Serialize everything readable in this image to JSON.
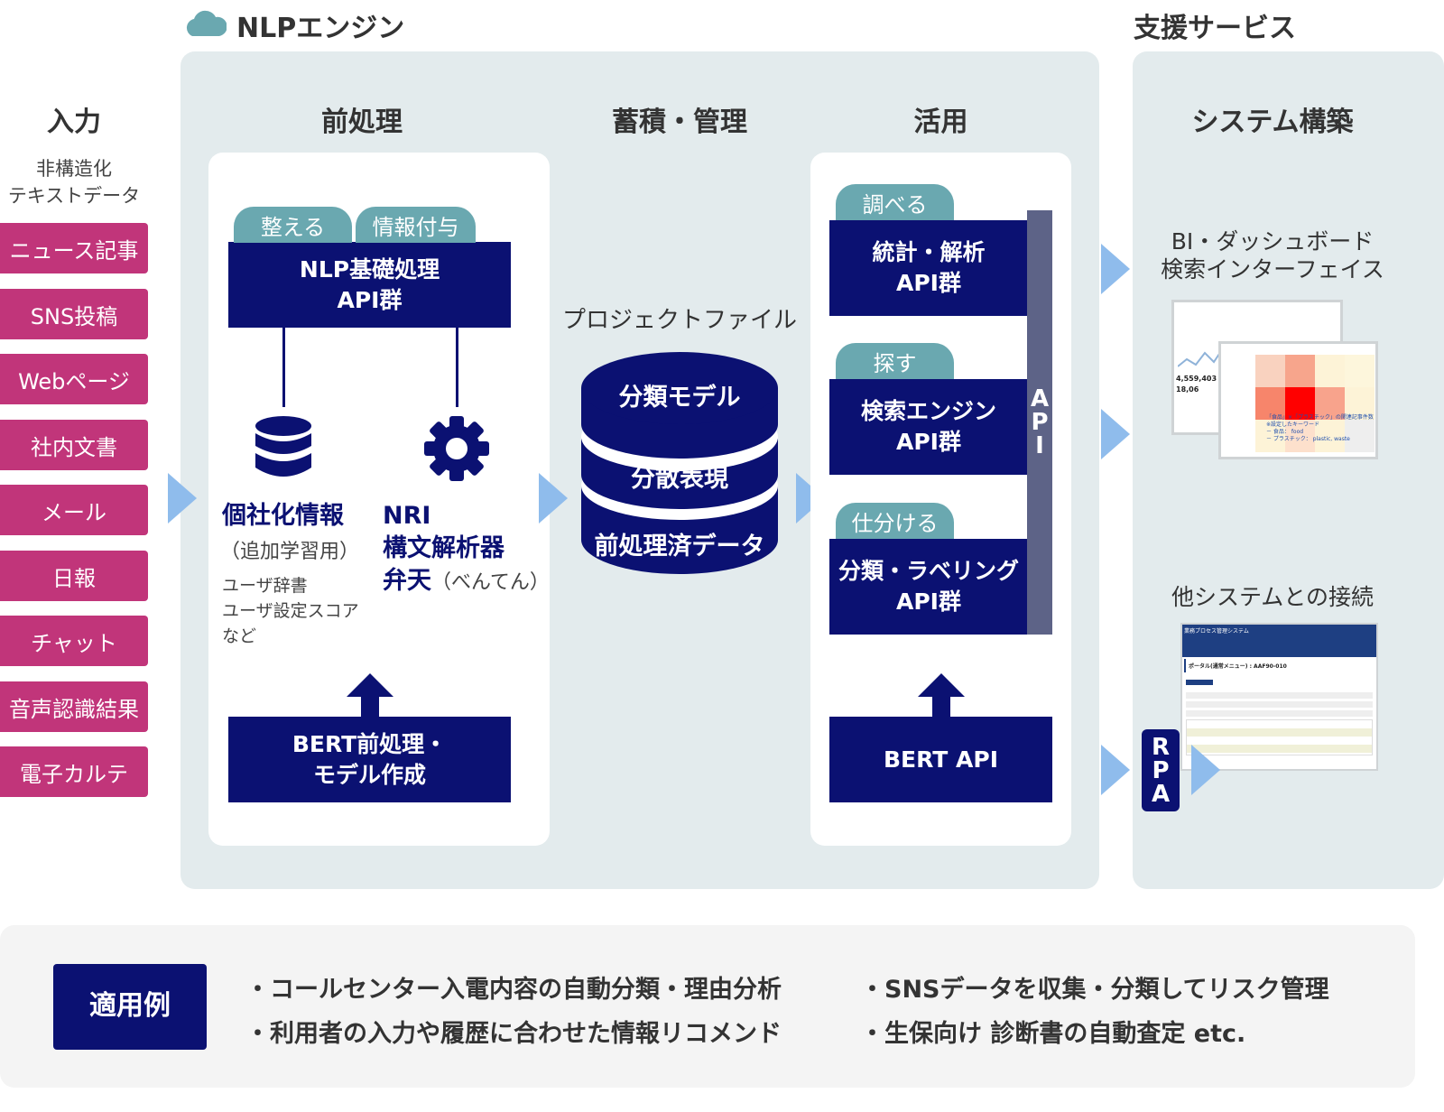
{
  "engine": {
    "title": "NLPエンジン",
    "icon": "cloud-icon"
  },
  "support": {
    "title": "支援サービス"
  },
  "input": {
    "title": "入力",
    "subtitle_lines": [
      "非構造化",
      "テキストデータ"
    ],
    "items": [
      "ニュース記事",
      "SNS投稿",
      "Webページ",
      "社内文書",
      "メール",
      "日報",
      "チャット",
      "音声認識結果",
      "電子カルテ"
    ]
  },
  "preprocess": {
    "title": "前処理",
    "tags": [
      "整える",
      "情報付与"
    ],
    "api_box": [
      "NLP基礎処理",
      "API群"
    ],
    "left_title": "個社化情報",
    "left_sub": "（追加学習用）",
    "left_notes": [
      "ユーザ辞書",
      "ユーザ設定スコア",
      "など"
    ],
    "right_lines": [
      "NRI",
      "構文解析器",
      "弁天"
    ],
    "right_reading": "（べんてん）",
    "bert_box": [
      "BERT前処理・",
      "モデル作成"
    ],
    "icons": [
      "database-icon",
      "gear-icon"
    ]
  },
  "storage": {
    "title": "蓄積・管理",
    "label": "プロジェクトファイル",
    "layers": [
      "分類モデル",
      "分散表現",
      "前処理済データ"
    ]
  },
  "usage": {
    "title": "活用",
    "groups": [
      {
        "tag": "調べる",
        "lines": [
          "統計・解析",
          "API群"
        ]
      },
      {
        "tag": "探す",
        "lines": [
          "検索エンジン",
          "API群"
        ]
      },
      {
        "tag": "仕分ける",
        "lines": [
          "分類・ラベリング",
          "API群"
        ]
      }
    ],
    "api_bar": [
      "A",
      "P",
      "I"
    ],
    "bert_api": "BERT API"
  },
  "system": {
    "title": "システム構築",
    "bi_lines": [
      "BI・ダッシュボード",
      "検索インターフェイス"
    ],
    "bi_shot": {
      "numbers": [
        "4,559,403",
        "18,06"
      ],
      "caption": [
        "「食品」×「プラスチック」の関連記事件数",
        "※設定したキーワード",
        "－ 食品： food",
        "－ プラスチック： plastic, waste"
      ]
    },
    "other": "他システムとの接続",
    "other_shot": {
      "title": "ポータル(通常メニュー) : AAF90-010",
      "header": "業務プロセス管理システム"
    },
    "rpa": [
      "R",
      "P",
      "A"
    ]
  },
  "examples": {
    "label": "適用例",
    "items": [
      "・コールセンター入電内容の自動分類・理由分析",
      "・利用者の入力や履歴に合わせた情報リコメンド",
      "・SNSデータを収集・分類してリスク管理",
      "・生保向け 診断書の自動査定 etc."
    ]
  },
  "colors": {
    "navy": "#0b1172",
    "pink": "#c1357a",
    "teal": "#6aa8b0",
    "arrow": "#8fbcec",
    "panel": "#e3ebed",
    "api_bar": "#5d6387"
  }
}
